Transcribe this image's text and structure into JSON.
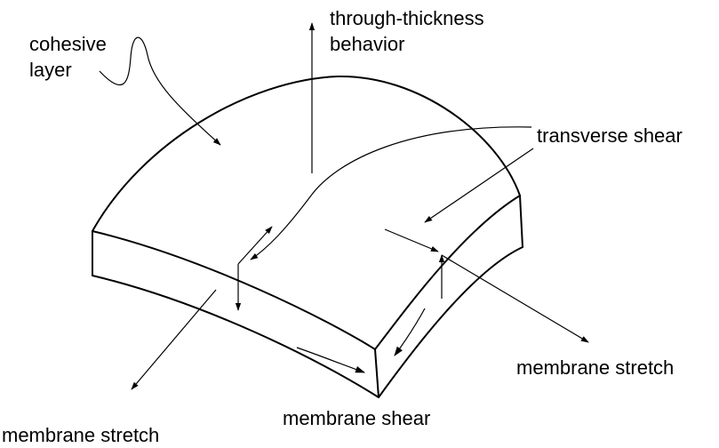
{
  "labels": {
    "cohesive_line1": "cohesive",
    "cohesive_line2": "layer",
    "through_line1": "through-thickness",
    "through_line2": "behavior",
    "transverse_shear": "transverse shear",
    "membrane_stretch_right": "membrane stretch",
    "membrane_stretch_left": "membrane stretch",
    "membrane_shear": "membrane shear"
  },
  "colors": {
    "ink": "#000000",
    "background": "#ffffff"
  }
}
